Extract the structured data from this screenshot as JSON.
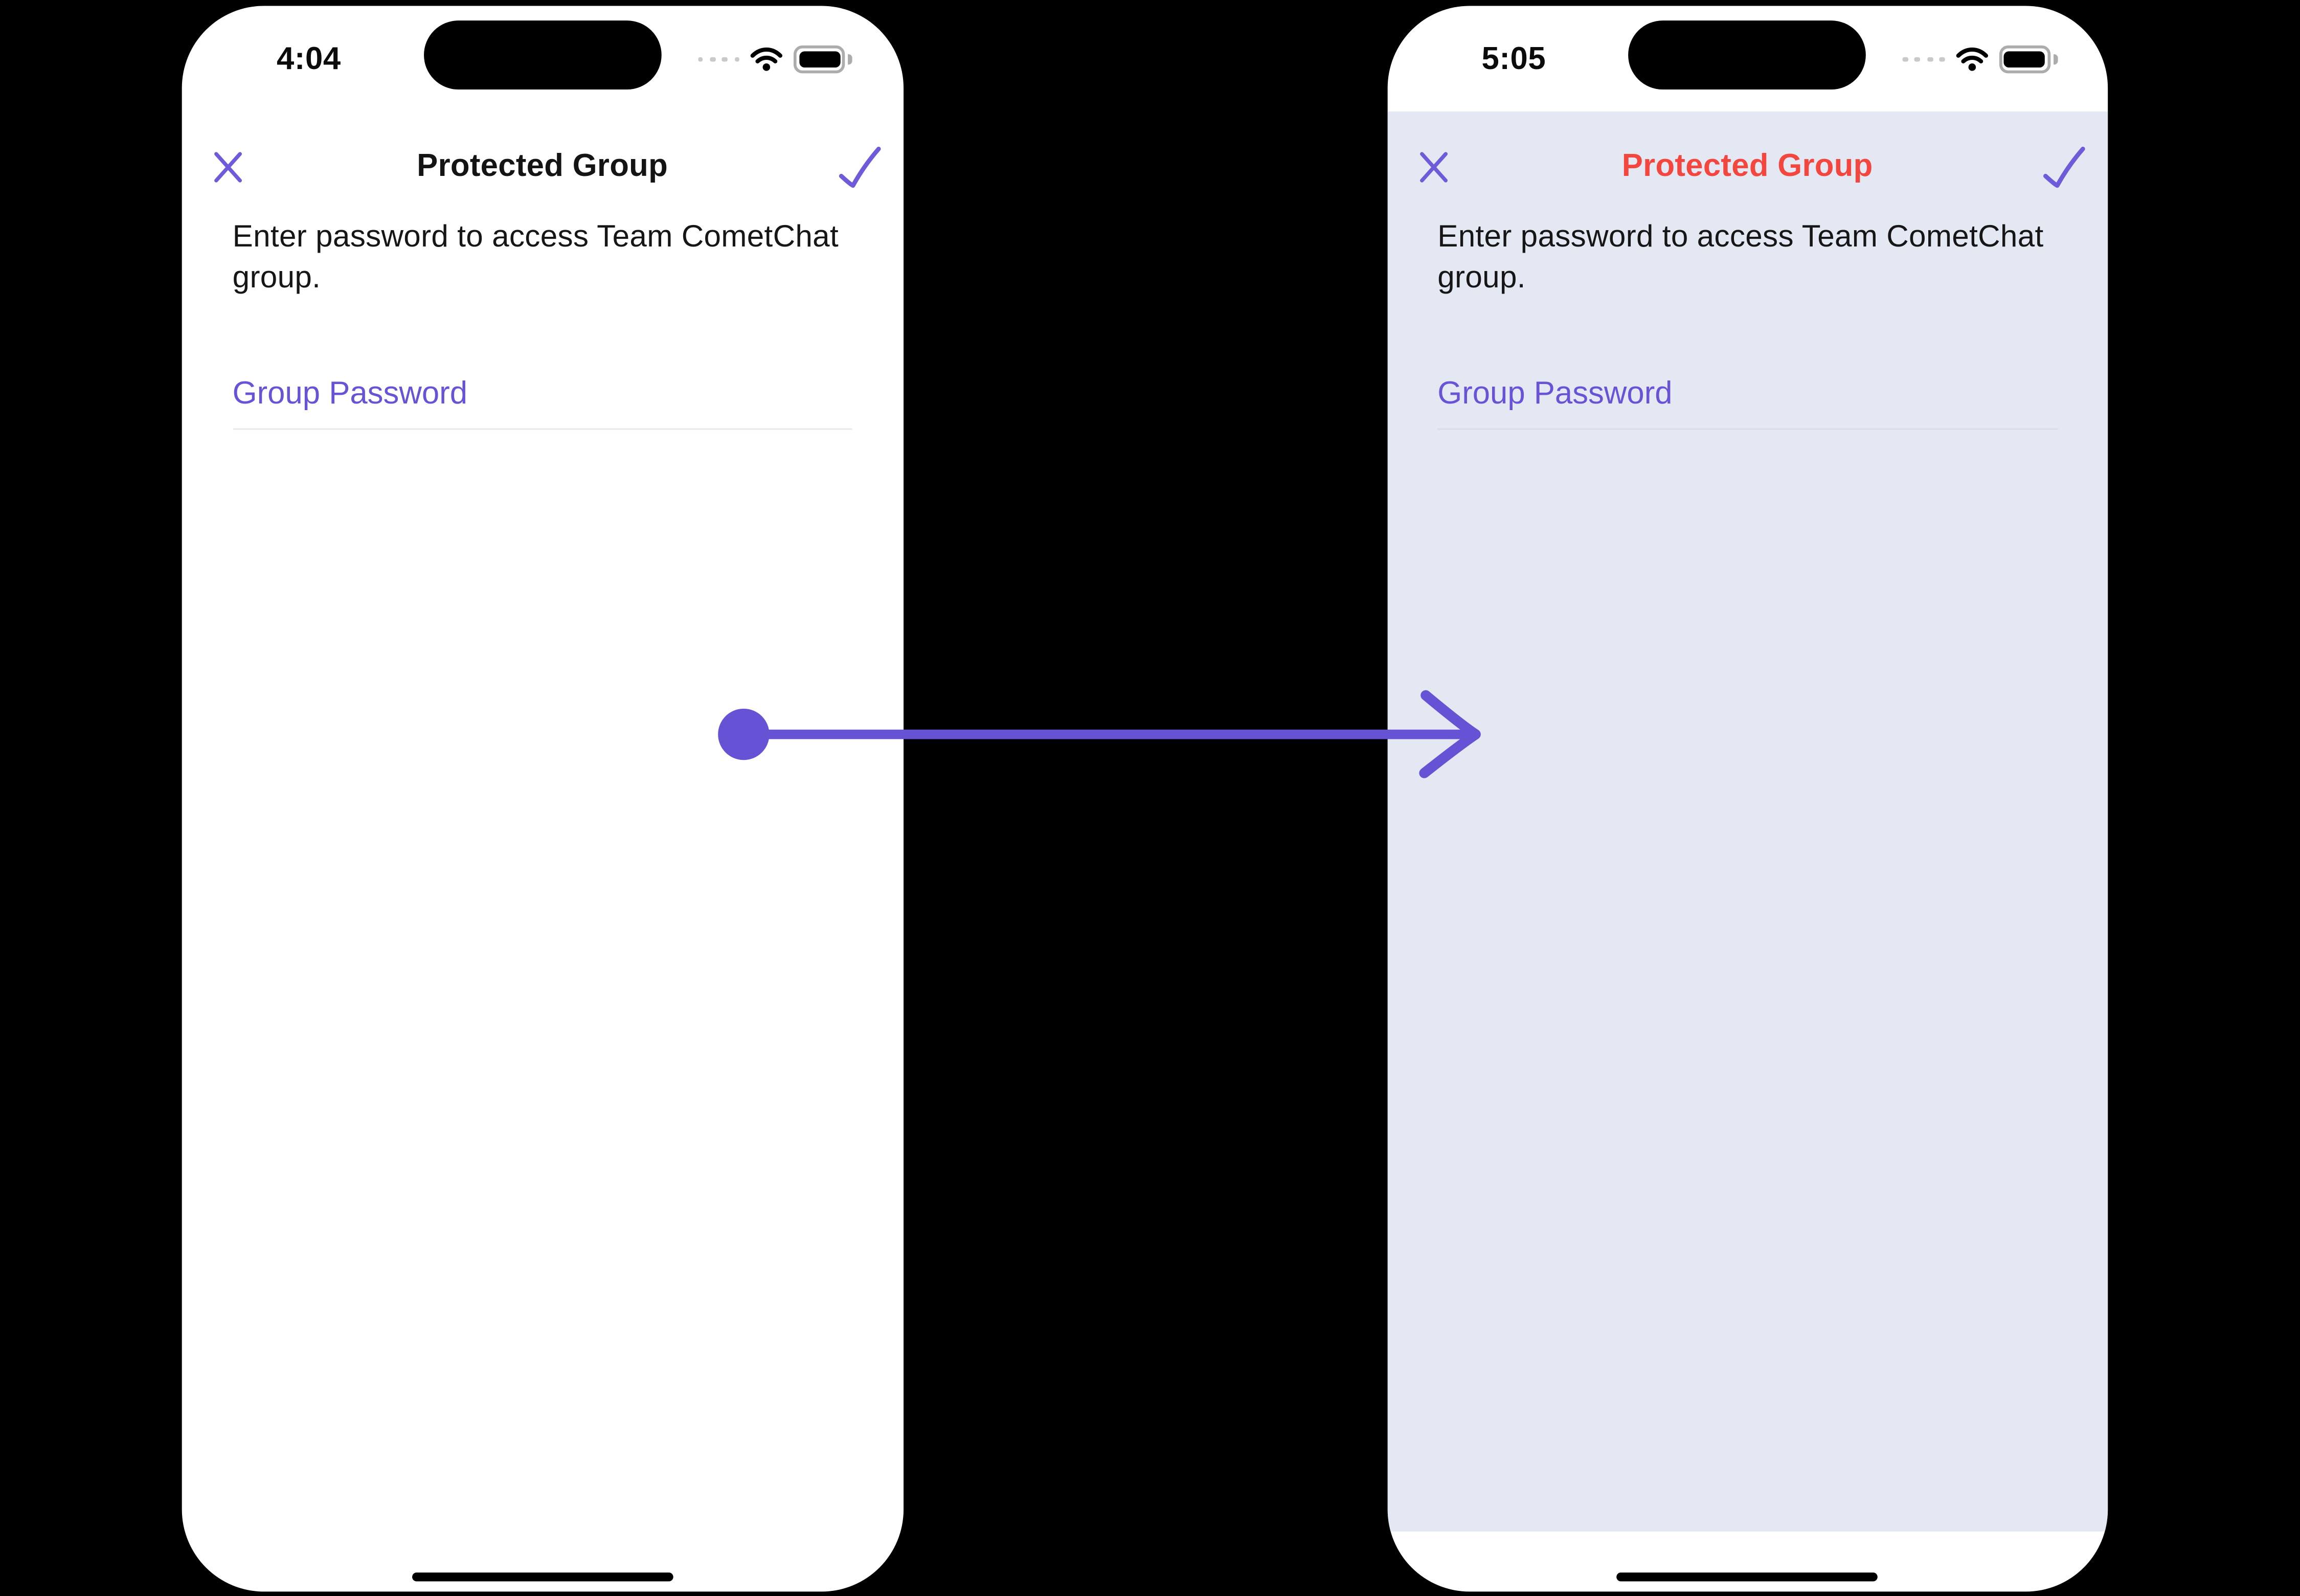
{
  "colors": {
    "accent_purple": "#6852D6",
    "title_default": "#141414",
    "title_highlight_red": "#F3463F",
    "right_screen_tint": "#E3E8F2",
    "body_text": "#161616",
    "page_background": "#000000"
  },
  "left_phone": {
    "status_bar": {
      "time": "4:04"
    },
    "nav": {
      "title": "Protected Group"
    },
    "description": {
      "lines": [
        "Enter password to access Team CometChat",
        "group."
      ]
    },
    "password_field": {
      "placeholder": "Group Password",
      "value": ""
    }
  },
  "right_phone": {
    "status_bar": {
      "time": "5:05"
    },
    "nav": {
      "title": "Protected Group"
    },
    "description": {
      "lines": [
        "Enter password to access Team CometChat",
        "group."
      ]
    },
    "password_field": {
      "placeholder": "Group Password",
      "value": ""
    }
  },
  "arrow": {
    "direction": "left-to-right"
  }
}
